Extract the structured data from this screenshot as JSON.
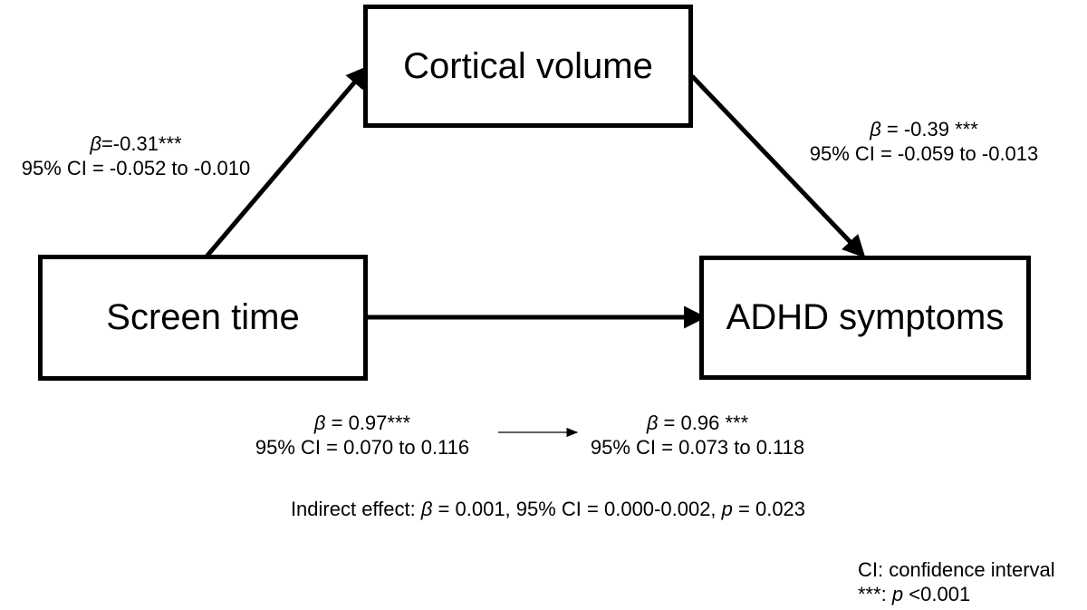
{
  "nodes": {
    "mediator": {
      "label": "Cortical volume"
    },
    "predictor": {
      "label": "Screen time"
    },
    "outcome": {
      "label": "ADHD symptoms"
    }
  },
  "paths": {
    "a": {
      "beta_symbol": "β",
      "beta_text": "=-0.31***",
      "ci_text": "95% CI = -0.052 to -0.010"
    },
    "b": {
      "beta_symbol": "β",
      "beta_text": " = -0.39 ***",
      "ci_text": "95% CI = -0.059 to -0.013"
    },
    "c_total": {
      "beta_symbol": "β",
      "beta_text": " = 0.97***",
      "ci_text": "95% CI = 0.070 to 0.116"
    },
    "c_direct": {
      "beta_symbol": "β",
      "beta_text": " = 0.96 ***",
      "ci_text": "95% CI = 0.073 to 0.118"
    }
  },
  "indirect": {
    "prefix": "Indirect effect: ",
    "beta_symbol": "β",
    "beta_text": " = 0.001, 95% CI = 0.000-0.002, ",
    "p_symbol": "p",
    "p_text": " = 0.023"
  },
  "legend": {
    "ci_note": "CI: confidence interval",
    "sig_prefix": "***: ",
    "sig_p": "p",
    "sig_text": " <0.001"
  }
}
